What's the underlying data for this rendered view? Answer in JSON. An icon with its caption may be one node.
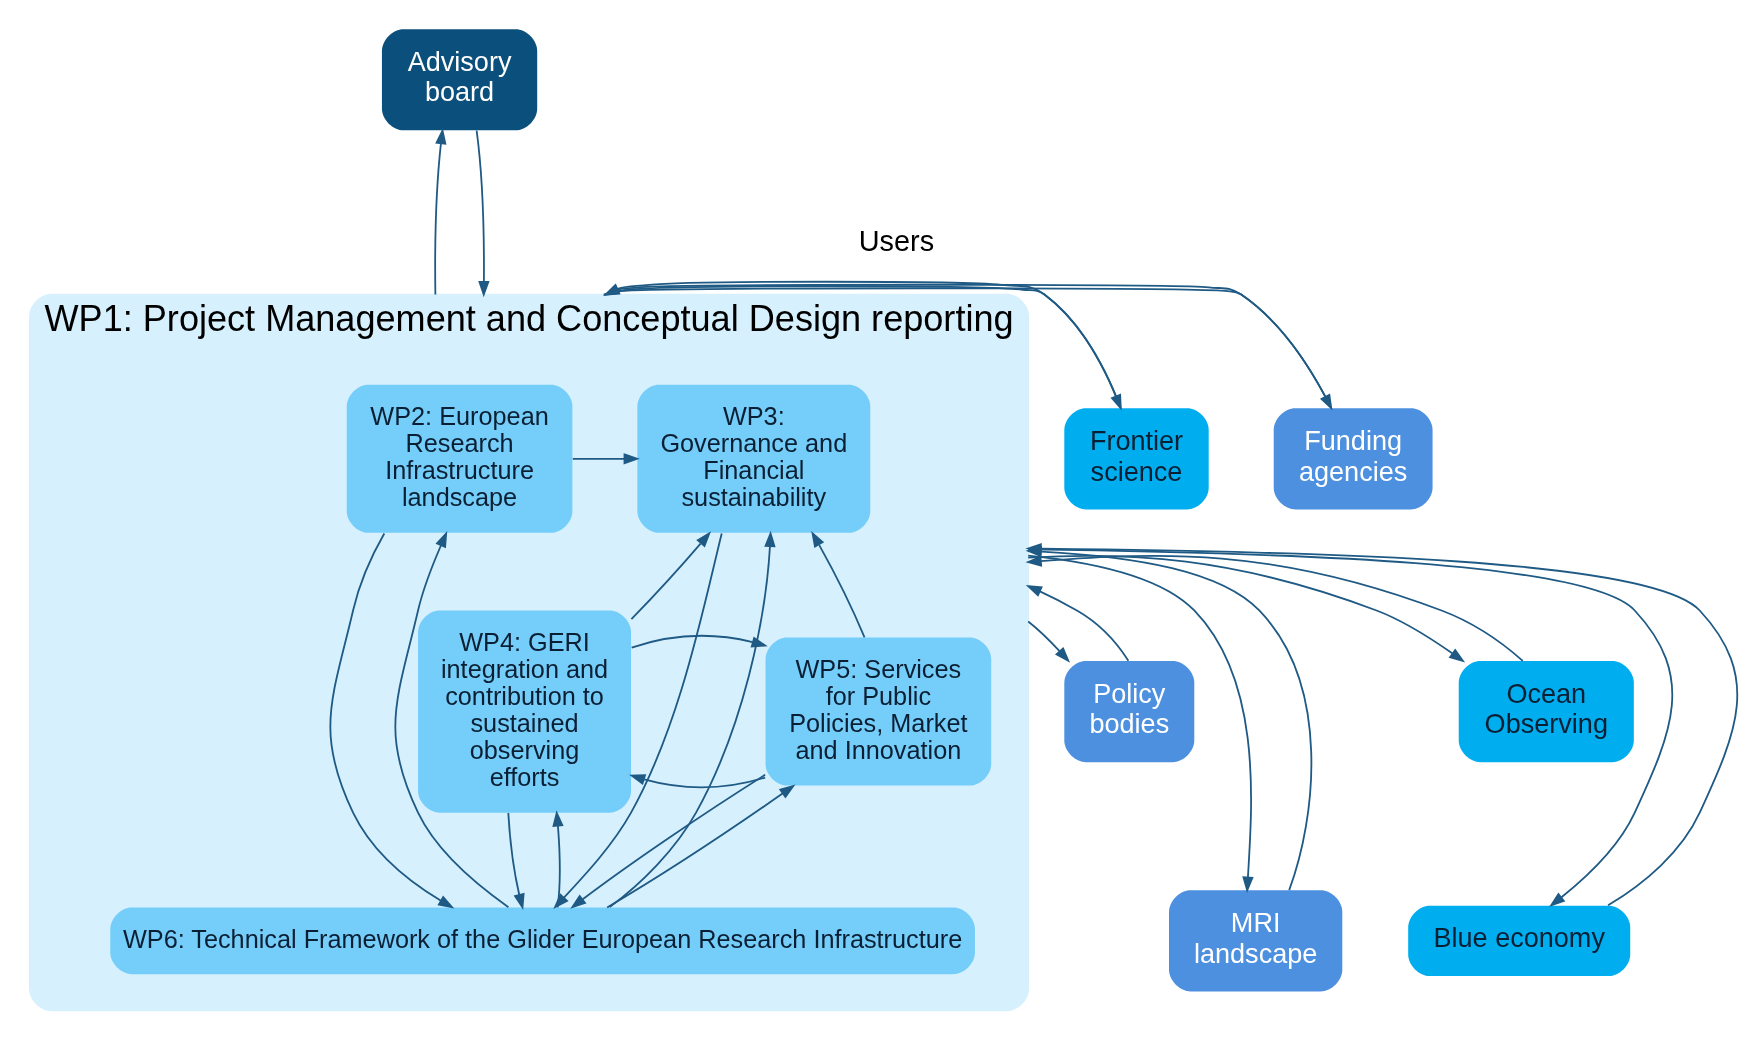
{
  "diagram": {
    "nodes": [
      {
        "text": [
          "Advisory board"
        ]
      },
      {
        "text": [
          "WP1: Project Management and Conceptual Design reporting"
        ]
      },
      {
        "text": [
          "WP2: European Research Infrastructure landscape"
        ],
        "in": 1
      },
      {
        "text": [
          "WP3: Governance and Financial sustainability"
        ],
        "in": 1
      },
      {
        "text": [
          "WP4: GERI integration and contribution to sustained observing efforts"
        ],
        "in": 1
      },
      {
        "text": [
          "WP5: Services for Public Policies, Market and Innovation"
        ],
        "in": 1
      },
      {
        "text": [
          "WP6: Technical Framework of the Glider European Research Infrastructure"
        ],
        "in": 1
      },
      {
        "text": [
          "Funding agencies"
        ]
      },
      {
        "text": [
          "Policy bodies"
        ]
      },
      {
        "text": [
          "MRI landscape"
        ]
      },
      {
        "text": [
          "Frontier science"
        ]
      },
      {
        "text": [
          "Ocean Observing"
        ]
      },
      {
        "text": [
          "Blue economy"
        ]
      }
    ],
    "edges": [
      {
        "from": 1,
        "to": 0,
        "arrow": "to"
      },
      {
        "from": 0,
        "to": 1,
        "arrow": "to"
      },
      {
        "from": 1,
        "to": 7,
        "arrow": "to"
      },
      {
        "from": 7,
        "to": 1,
        "arrow": "to"
      },
      {
        "from": 1,
        "to": 8,
        "arrow": "to"
      },
      {
        "from": 8,
        "to": 1,
        "arrow": "to"
      },
      {
        "from": 1,
        "to": 9,
        "arrow": "to"
      },
      {
        "from": 9,
        "to": 1,
        "arrow": "to"
      },
      {
        "from": 1,
        "to": 10,
        "arrow": "to"
      },
      {
        "from": 10,
        "to": 1,
        "arrow": "to"
      },
      {
        "from": 1,
        "to": 11,
        "arrow": "to"
      },
      {
        "from": 11,
        "to": 1,
        "arrow": "to"
      },
      {
        "from": 1,
        "to": 12,
        "arrow": "to"
      },
      {
        "from": 12,
        "to": 1,
        "arrow": "to"
      },
      {
        "from": 2,
        "to": 3,
        "arrow": "to"
      },
      {
        "from": 2,
        "to": 6,
        "arrow": "to"
      },
      {
        "from": 6,
        "to": 2,
        "arrow": "to"
      },
      {
        "from": 3,
        "to": 6,
        "arrow": "to"
      },
      {
        "from": 6,
        "to": 3,
        "arrow": "to"
      },
      {
        "from": 4,
        "to": 3,
        "arrow": "to"
      },
      {
        "from": 5,
        "to": 3,
        "arrow": "to"
      },
      {
        "from": 5,
        "to": 4,
        "arrow": "to"
      },
      {
        "from": 4,
        "to": 5,
        "arrow": "to"
      },
      {
        "from": 6,
        "to": 4,
        "arrow": "to"
      },
      {
        "from": 4,
        "to": 6,
        "arrow": "to"
      },
      {
        "from": 6,
        "to": 5,
        "arrow": "to"
      },
      {
        "from": 5,
        "to": 6,
        "arrow": "to"
      }
    ],
    "labels": [
      "Users"
    ]
  }
}
